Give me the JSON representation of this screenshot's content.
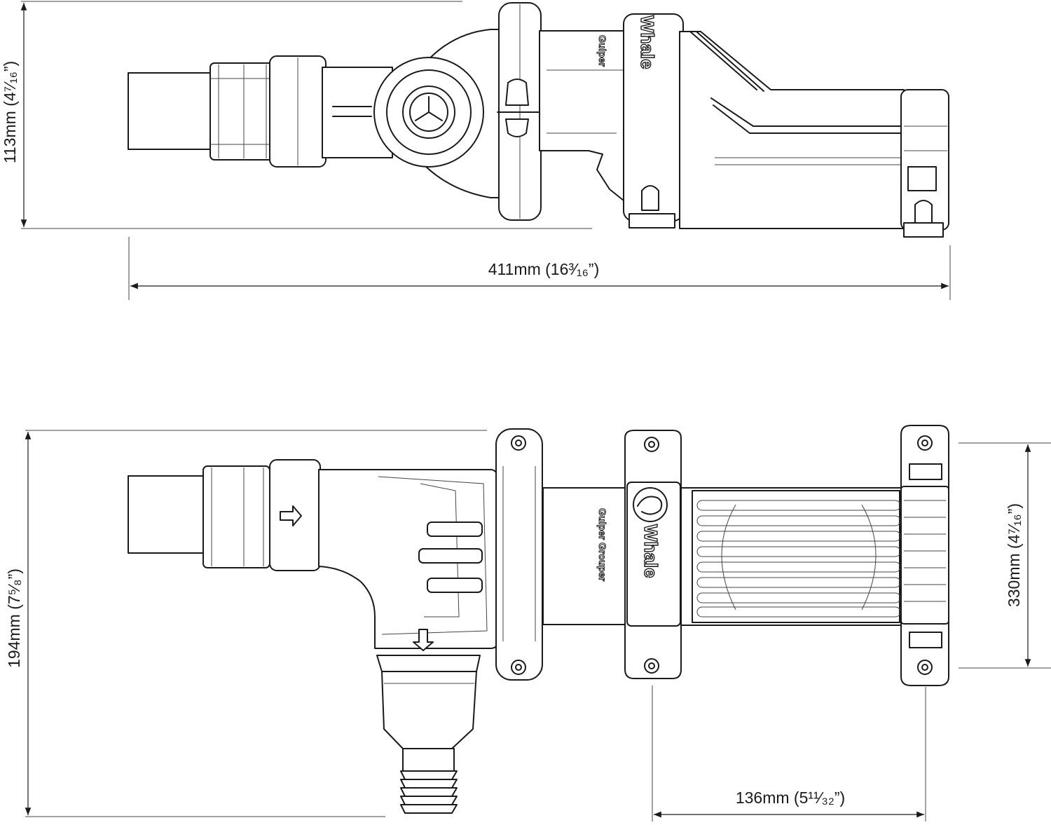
{
  "dimensions": {
    "side_height": "113mm (4⁷⁄₁₆”)",
    "side_length": "411mm (16³⁄₁₆”)",
    "top_height": "194mm (7⁵⁄₈”)",
    "top_width": "330mm (4⁷⁄₁₆”)",
    "mount_spacing": "136mm (5¹¹⁄₃₂”)"
  },
  "labels": {
    "brand": "Whale",
    "model": "Gulper Grouper",
    "model_short": "Gulper"
  },
  "icons": {
    "inlet_arrow": "arrow-right-icon",
    "outlet_arrow": "arrow-down-icon",
    "logo": "whale-logo-icon"
  }
}
